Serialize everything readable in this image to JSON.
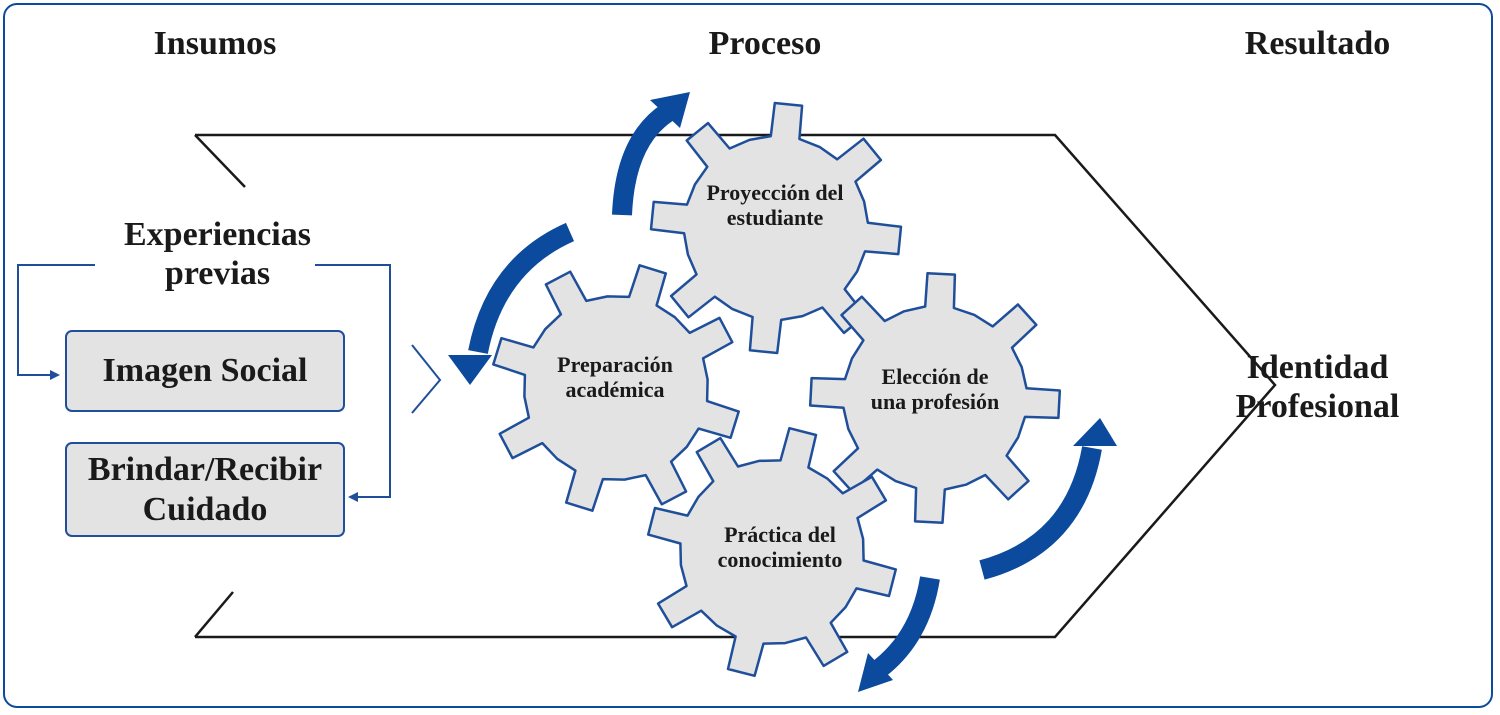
{
  "headers": {
    "inputs": "Insumos",
    "process": "Proceso",
    "result": "Resultado"
  },
  "inputs": {
    "group_label": "Experiencias previas",
    "boxes": [
      "Imagen Social",
      "Brindar/Recibir Cuidado"
    ]
  },
  "gears": {
    "projection": "Proyección del estudiante",
    "preparation": "Preparación académica",
    "choice": "Elección de una profesión",
    "practice": "Práctica del conocimiento"
  },
  "result": "Identidad Profesional",
  "colors": {
    "accent": "#0b4a9c",
    "gear_fill": "#e3e3e3",
    "gear_stroke": "#1f4f9a"
  }
}
